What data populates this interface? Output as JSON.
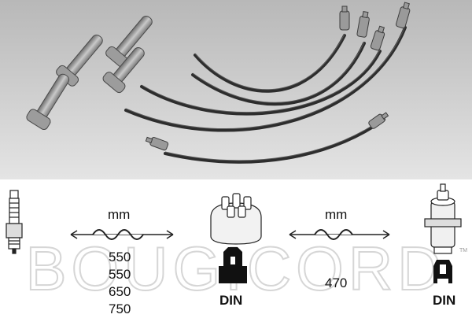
{
  "watermark": "BOUGICORD",
  "units_left": "mm",
  "units_right": "mm",
  "lengths_left": [
    "550",
    "550",
    "650",
    "750"
  ],
  "length_right": "470",
  "din_left": "DIN",
  "din_right": "DIN",
  "trademark": "TM",
  "colors": {
    "photo_bg_top": "#b9b9b9",
    "photo_bg_bottom": "#e2e2e2",
    "cable": "#2e2e2e",
    "boot": "#8f8f8f"
  }
}
